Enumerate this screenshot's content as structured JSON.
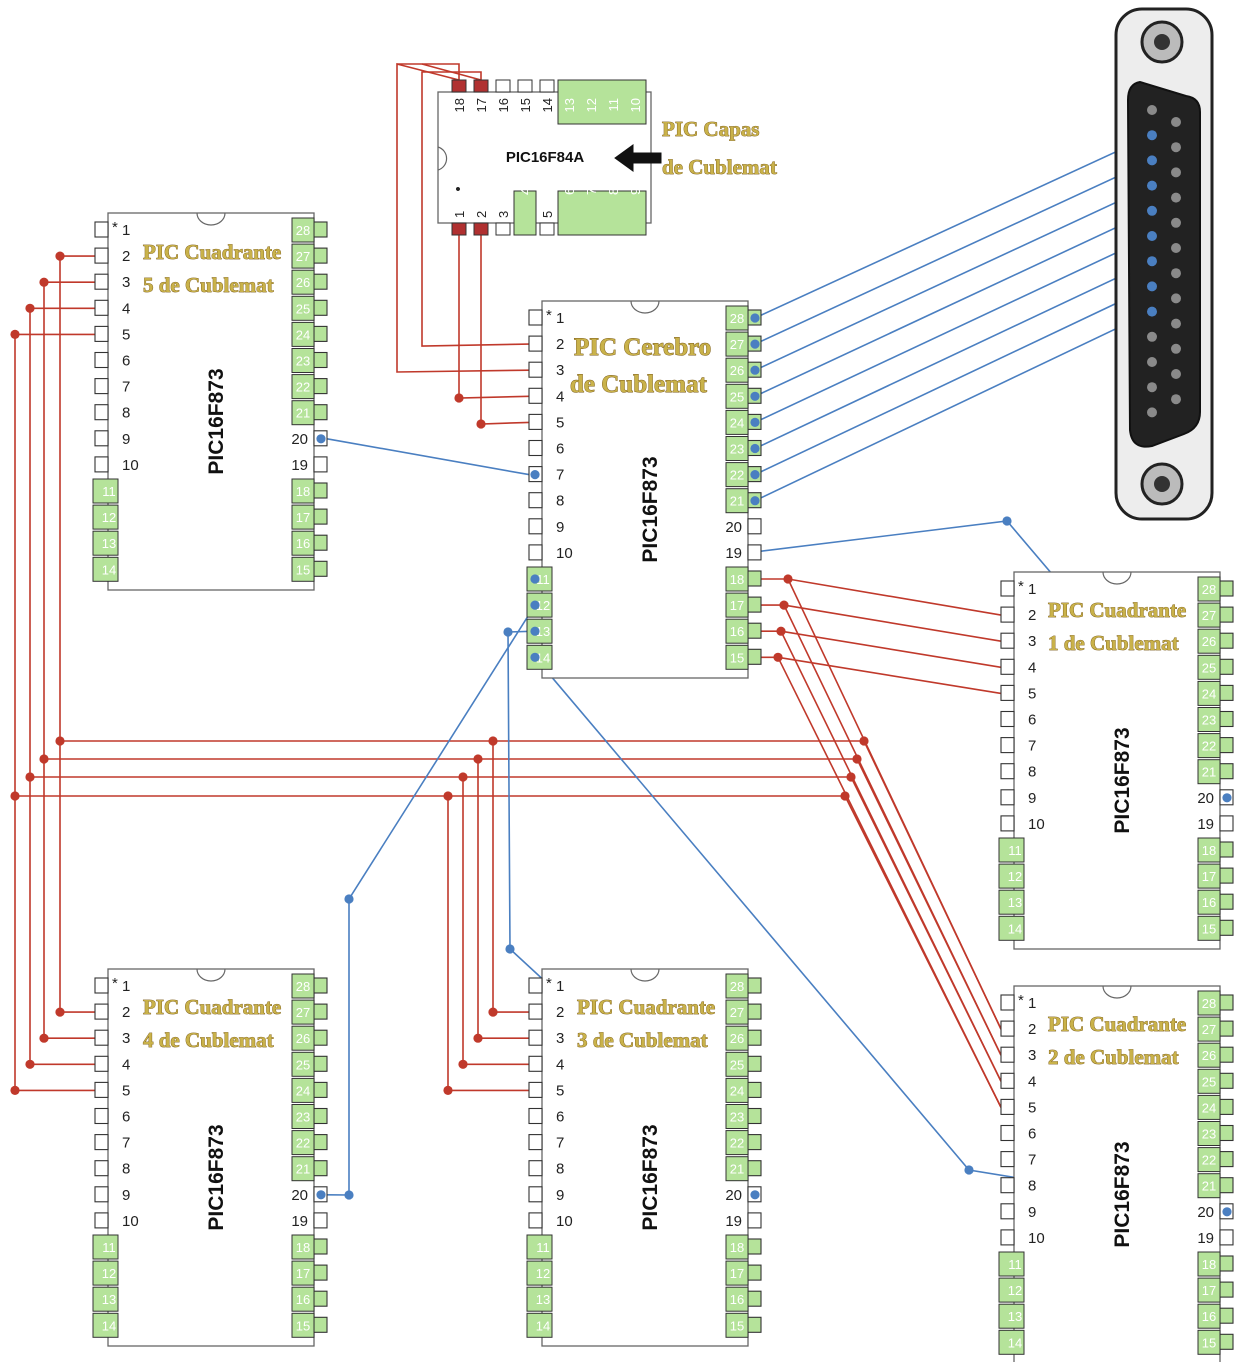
{
  "colors": {
    "red_wire": "#c0392b",
    "blue_wire": "#4a7fc1",
    "green_pad": "#b5e39a",
    "label_text": "#c9b24a",
    "chip_border": "#555555"
  },
  "chip_part": "PIC16F873",
  "chip_part_small": "PIC16F84A",
  "pin_numbers": [
    "1",
    "2",
    "3",
    "4",
    "5",
    "6",
    "7",
    "8",
    "9",
    "10",
    "11",
    "12",
    "13",
    "14",
    "15",
    "16",
    "17",
    "18",
    "19",
    "20",
    "21",
    "22",
    "23",
    "24",
    "25",
    "26",
    "27",
    "28"
  ],
  "f84_pins": [
    "1",
    "2",
    "3",
    "4",
    "5",
    "6",
    "7",
    "8",
    "9",
    "10",
    "11",
    "12",
    "13",
    "14",
    "15",
    "16",
    "17",
    "18"
  ],
  "pin1_marker": "*",
  "dot_marker": "•",
  "chips": {
    "capas": {
      "line1": "PIC Capas",
      "line2": "de Cublemat"
    },
    "cerebro": {
      "line1": "PIC Cerebro",
      "line2": "de Cublemat"
    },
    "q1": {
      "line1": "PIC Cuadrante",
      "line2": "1 de Cublemat"
    },
    "q2": {
      "line1": "PIC Cuadrante",
      "line2": "2 de Cublemat"
    },
    "q3": {
      "line1": "PIC Cuadrante",
      "line2": "3 de Cublemat"
    },
    "q4": {
      "line1": "PIC Cuadrante",
      "line2": "4 de Cublemat"
    },
    "q5": {
      "line1": "PIC Cuadrante",
      "line2": "5 de Cublemat"
    }
  },
  "connector": {
    "icon": "db25-connector-icon"
  }
}
